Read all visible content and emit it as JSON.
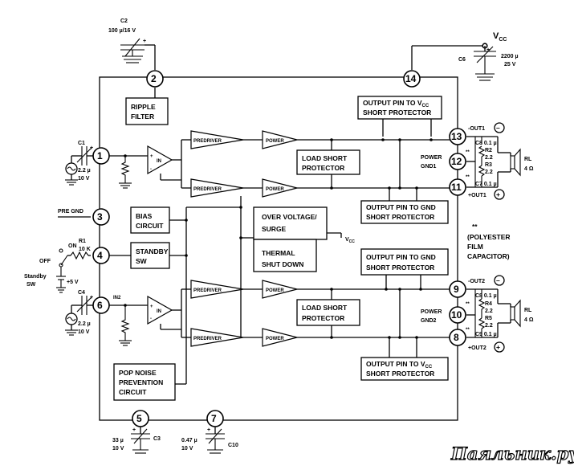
{
  "pins": {
    "p1": "1",
    "p2": "2",
    "p3": "3",
    "p4": "4",
    "p5": "5",
    "p6": "6",
    "p7": "7",
    "p8": "8",
    "p9": "9",
    "p10": "10",
    "p11": "11",
    "p12": "12",
    "p13": "13",
    "p14": "14"
  },
  "blocks": {
    "ripple_1": "RIPPLE",
    "ripple_2": "FILTER",
    "bias_1": "BIAS",
    "bias_2": "CIRCUIT",
    "standby_1": "STANDBY",
    "standby_2": "SW",
    "popnoise_1": "POP NOISE",
    "popnoise_2": "PREVENTION",
    "popnoise_3": "CIRCUIT",
    "loadshort1_1": "LOAD SHORT",
    "loadshort1_2": "PROTECTOR",
    "loadshort2_1": "LOAD SHORT",
    "loadshort2_2": "PROTECTOR",
    "overvolt_1": "OVER VOLTAGE/",
    "overvolt_2": "SURGE",
    "thermal_1": "THERMAL",
    "thermal_2": "SHUT DOWN",
    "outvcc1_1": "OUTPUT PIN TO V",
    "outvcc1_sub": "CC",
    "outvcc1_2": "SHORT PROTECTOR",
    "outgnd1_1": "OUTPUT PIN TO GND",
    "outgnd1_2": "SHORT PROTECTOR",
    "outgnd2_1": "OUTPUT PIN TO GND",
    "outgnd2_2": "SHORT PROTECTOR",
    "outvcc2_1": "OUTPUT PIN TO V",
    "outvcc2_sub": "CC",
    "outvcc2_2": "SHORT PROTECTOR"
  },
  "amps": {
    "predriver": "PREDRIVER",
    "power": "POWER",
    "in": "IN"
  },
  "components": {
    "c2_name": "C2",
    "c2_val": "100 µ/16 V",
    "vcc": "V",
    "vcc_sub": "CC",
    "c6_name": "C6",
    "c6_val1": "2200 µ",
    "c6_val2": "25 V",
    "c1_name": "C1",
    "c1_val1": "2.2 µ",
    "c1_val2": "10 V",
    "pre_gnd": "PRE GND",
    "r1_name": "R1",
    "r1_val": "10 K",
    "on": "ON",
    "off": "OFF",
    "standby1": "Standby",
    "standby2": "SW",
    "plus5": "+5 V",
    "c4_name": "C4",
    "in2": "IN2",
    "c4_val1": "2.2 µ",
    "c4_val2": "10 V",
    "c3_val1": "33 µ",
    "c3_val2": "10 V",
    "c3_name": "C3",
    "c10_val1": "0.47 µ",
    "c10_val2": "10 V",
    "c10_name": "C10",
    "out1m": "-OUT1",
    "c8_1": "C8 0.1 µ",
    "r2_name": "R2",
    "r2_val": "2.2",
    "r3_name": "R3",
    "r3_val": "2.2",
    "c7": "C7 0.1 µ",
    "out1p": "+OUT1",
    "power_gnd1_a": "POWER",
    "power_gnd1_b": "GND1",
    "rl1": "RL",
    "rl1_val": "4 Ω",
    "out2m": "-OUT2",
    "c8_2": "C8 0.1 µ",
    "r4_name": "R4",
    "r4_val": "2.2",
    "r5_name": "R5",
    "r5_val": "2.2",
    "c9": "C9 0.1 µ",
    "out2p": "+OUT2",
    "power_gnd2_a": "POWER",
    "power_gnd2_b": "GND2",
    "rl2": "RL",
    "rl2_val": "4 Ω",
    "vcc_mid": "V",
    "vcc_mid_sub": "CC",
    "stars": "**",
    "polyester1": "(POLYESTER",
    "polyester2": "FILM",
    "polyester3": "CAPACITOR)"
  },
  "watermark": "Паяльник.ру"
}
